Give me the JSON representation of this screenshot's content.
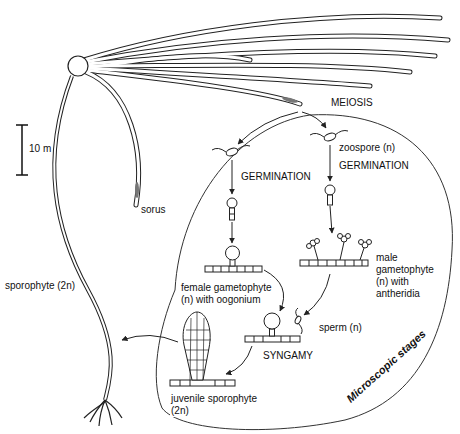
{
  "diagram": {
    "labels": [
      "10 m",
      "sorus",
      "MEIOSIS",
      "zoospore (n)",
      "GERMINATION",
      "GERMINATION",
      "female gametophyte (n) with oogonium",
      "male gametophyte (n) with antheridia",
      "sporophyte (2n)",
      "sperm (n)",
      "SYNGAMY",
      "juvenile sporophyte (2n)",
      "Microscopic stages"
    ]
  }
}
